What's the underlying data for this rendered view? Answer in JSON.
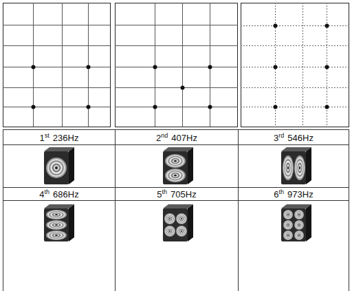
{
  "diagram": {
    "labels": [
      "1",
      "st",
      "236Hz",
      "2",
      "nd",
      "407Hz",
      "3",
      "rd",
      "546Hz",
      "4",
      "th",
      "686Hz",
      "5",
      "th",
      "705Hz",
      "6",
      "th",
      "973Hz"
    ]
  }
}
